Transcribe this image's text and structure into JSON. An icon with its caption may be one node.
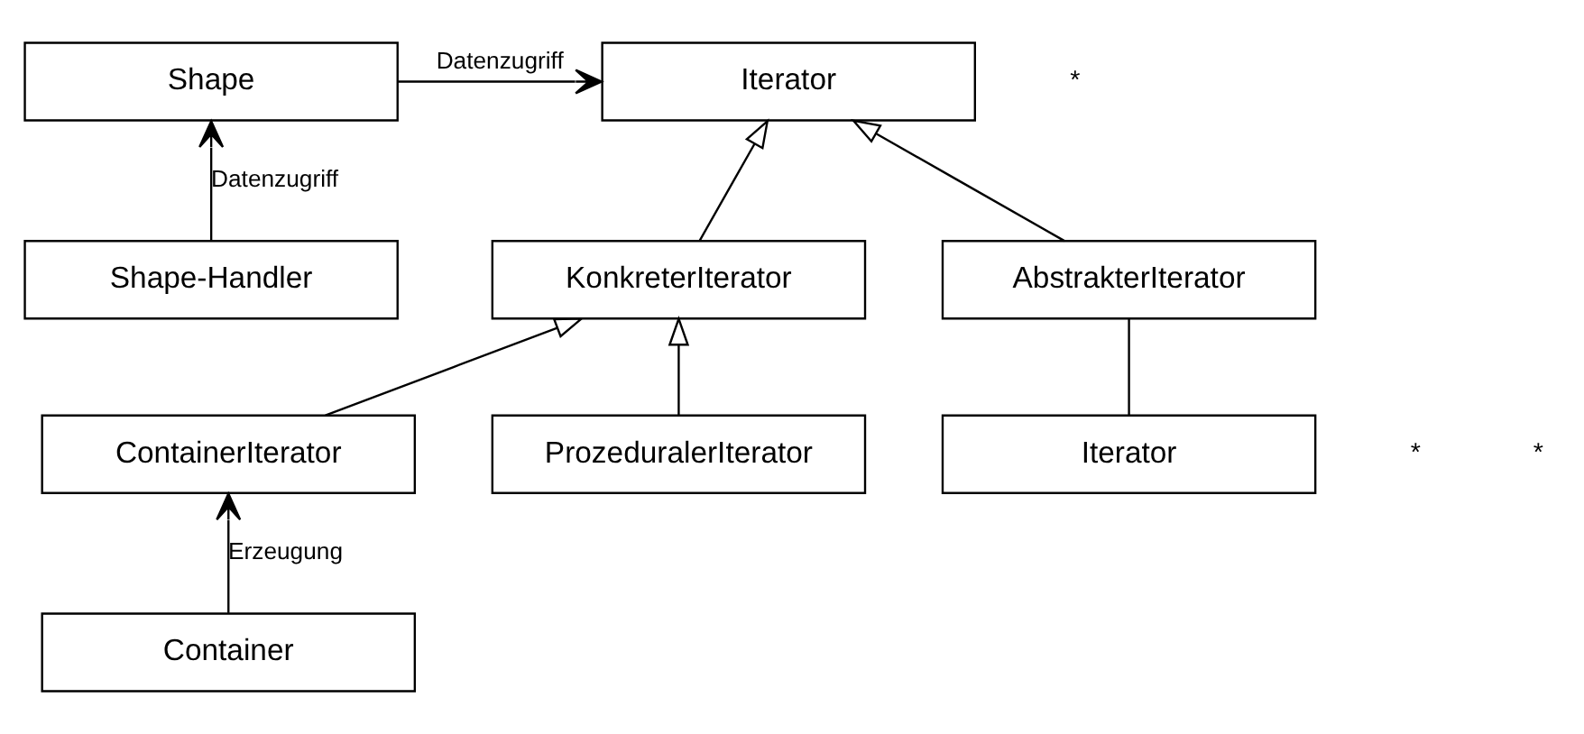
{
  "diagram": {
    "nodes": [
      {
        "text": [
          "Shape"
        ]
      },
      {
        "text": [
          "Shape-Handler"
        ]
      },
      {
        "text": [
          "Iterator"
        ]
      },
      {
        "text": [
          "KonkreterIterator"
        ]
      },
      {
        "text": [
          "AbstrakterIterator"
        ]
      },
      {
        "text": [
          "ContainerIterator"
        ]
      },
      {
        "text": [
          "ProzeduralerIterator"
        ]
      },
      {
        "text": [
          "Iterator"
        ]
      },
      {
        "text": [
          "Container"
        ]
      }
    ],
    "edges": [
      {
        "from": 0,
        "to": 2,
        "arrow": "to",
        "label": "Datenzugriff"
      },
      {
        "from": 1,
        "to": 0,
        "arrow": "to",
        "label": "Datenzugriff"
      },
      {
        "from": 3,
        "to": 2,
        "arrow": "to"
      },
      {
        "from": 4,
        "to": 2,
        "arrow": "to"
      },
      {
        "from": 5,
        "to": 3,
        "arrow": "to"
      },
      {
        "from": 6,
        "to": 3,
        "arrow": "to"
      },
      {
        "from": 4,
        "to": 7,
        "arrow": "none"
      },
      {
        "from": 8,
        "to": 5,
        "arrow": "to",
        "label": "Erzeugung"
      }
    ],
    "labels": [
      "*",
      "*",
      "*"
    ]
  }
}
